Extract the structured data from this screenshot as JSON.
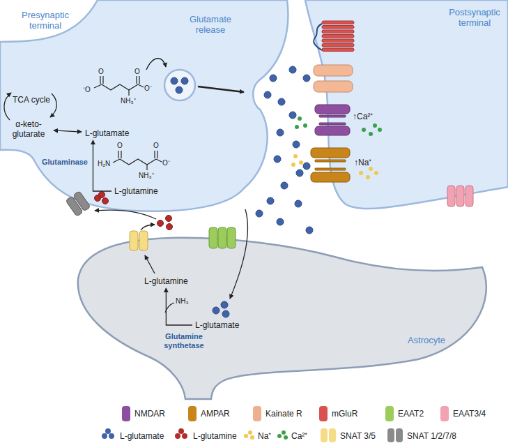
{
  "diagram": {
    "nodes": [
      {
        "text": [
          "Presynaptic terminal"
        ]
      },
      {
        "text": [
          "α-keto-glutarate"
        ],
        "in": 0
      },
      {
        "text": [
          "L-glutamate"
        ],
        "in": 0
      },
      {
        "text": [
          "L-glutamine"
        ],
        "in": 0
      },
      {
        "text": [
          "Postsynaptic terminal"
        ]
      },
      {
        "text": [
          "Astrocyte"
        ]
      },
      {
        "text": [
          "L-glutamine"
        ],
        "in": 5
      },
      {
        "text": [
          "L-glutamate"
        ],
        "in": 5
      }
    ],
    "edges": [
      {
        "from": 1,
        "to": 2,
        "arrow": "both"
      },
      {
        "from": 3,
        "to": 2,
        "arrow": "to",
        "label": "Glutaminase"
      },
      {
        "from": 7,
        "to": 6,
        "arrow": "to",
        "label": "Glutamine synthetase"
      }
    ],
    "labels": [
      "Glutamate release",
      "TCA cycle",
      "⁻O",
      "O",
      "O",
      "O⁻",
      "NH₃⁺",
      "O",
      "H₂N",
      "O",
      "O⁻",
      "NH₃⁺",
      "↑Ca²⁺",
      "↑Na⁺",
      "NH₃"
    ],
    "legend": [
      {
        "text": "NMDAR",
        "color": "#8e4fa0"
      },
      {
        "text": "AMPAR",
        "color": "#c8861a"
      },
      {
        "text": "Kainate R",
        "color": "#f0b08f"
      },
      {
        "text": "mGluR",
        "color": "#d9524f"
      },
      {
        "text": "EAAT2",
        "color": "#9ccc5b"
      },
      {
        "text": "EAAT3/4",
        "color": "#f2a3b3"
      },
      {
        "text": "L-glutamate",
        "color": "#4063a8"
      },
      {
        "text": "L-glutamine",
        "color": "#b52b2b"
      },
      {
        "text": "Na⁺",
        "color": "#f2c94c"
      },
      {
        "text": "Ca²⁺",
        "color": "#3aa04a"
      },
      {
        "text": "SNAT 3/5",
        "color": "#f5dc86"
      },
      {
        "text": "SNAT 1/2/7/8",
        "color": "#8a8a8a"
      }
    ]
  }
}
